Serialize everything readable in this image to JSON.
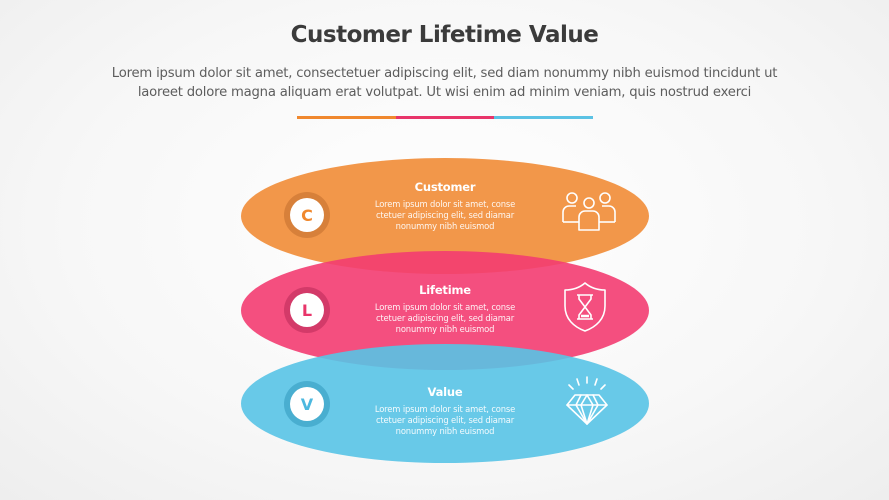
{
  "header": {
    "title": "Customer Lifetime Value",
    "subtitle_line1": "Lorem ipsum dolor sit amet, consectetuer adipiscing elit, sed diam nonummy nibh euismod tincidunt ut",
    "subtitle_line2": "laoreet dolore magna aliquam erat volutpat. Ut wisi enim ad minim veniam, quis nostrud exerci"
  },
  "colors": {
    "orange": "#f2974a",
    "pink": "#f03c6f",
    "blue": "#58c3e6",
    "title": "#3b3b3b",
    "divider": [
      "#f0882e",
      "#e8356a",
      "#5bc2e4"
    ]
  },
  "items": [
    {
      "letter": "C",
      "title": "Customer",
      "desc_line1": "Lorem ipsum dolor sit amet, conse",
      "desc_line2": "ctetuer adipiscing elit, sed diamar",
      "desc_line3": "nonummy nibh euismod",
      "icon": "people-group-icon",
      "color": "#f2974a"
    },
    {
      "letter": "L",
      "title": "Lifetime",
      "desc_line1": "Lorem ipsum dolor sit amet, conse",
      "desc_line2": "ctetuer adipiscing elit, sed diamar",
      "desc_line3": "nonummy nibh euismod",
      "icon": "shield-hourglass-icon",
      "color": "#f03c6f"
    },
    {
      "letter": "V",
      "title": "Value",
      "desc_line1": "Lorem ipsum dolor sit amet, conse",
      "desc_line2": "ctetuer adipiscing elit, sed diamar",
      "desc_line3": "nonummy nibh euismod",
      "icon": "diamond-icon",
      "color": "#58c3e6"
    }
  ]
}
